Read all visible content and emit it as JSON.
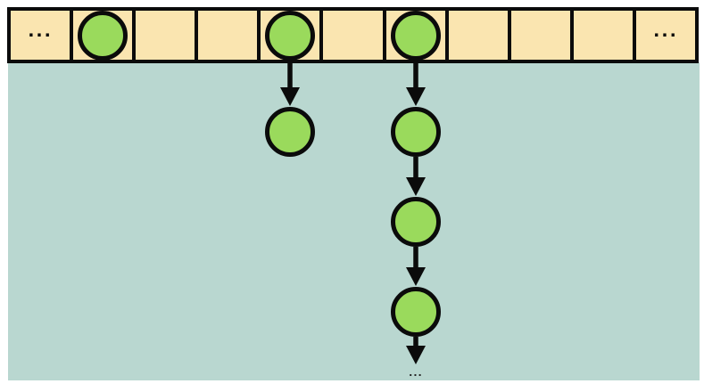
{
  "diagram": {
    "type": "hash-table-separate-chaining",
    "array": {
      "cells": [
        {
          "type": "ellipsis",
          "label": "..."
        },
        {
          "type": "occupied"
        },
        {
          "type": "empty"
        },
        {
          "type": "empty"
        },
        {
          "type": "occupied"
        },
        {
          "type": "empty"
        },
        {
          "type": "occupied"
        },
        {
          "type": "empty"
        },
        {
          "type": "empty"
        },
        {
          "type": "empty"
        },
        {
          "type": "ellipsis",
          "label": "..."
        }
      ]
    },
    "chains": [
      {
        "cell_index": 4,
        "nodes": 1,
        "continues": false
      },
      {
        "cell_index": 6,
        "nodes": 3,
        "continues": true,
        "continuation_label": "..."
      }
    ],
    "colors": {
      "page_background": "#ffffff",
      "panel_background": "#b9d7d0",
      "cell_fill": "#fae5b0",
      "node_fill": "#9ada5c",
      "stroke": "#0b0b0b"
    }
  }
}
